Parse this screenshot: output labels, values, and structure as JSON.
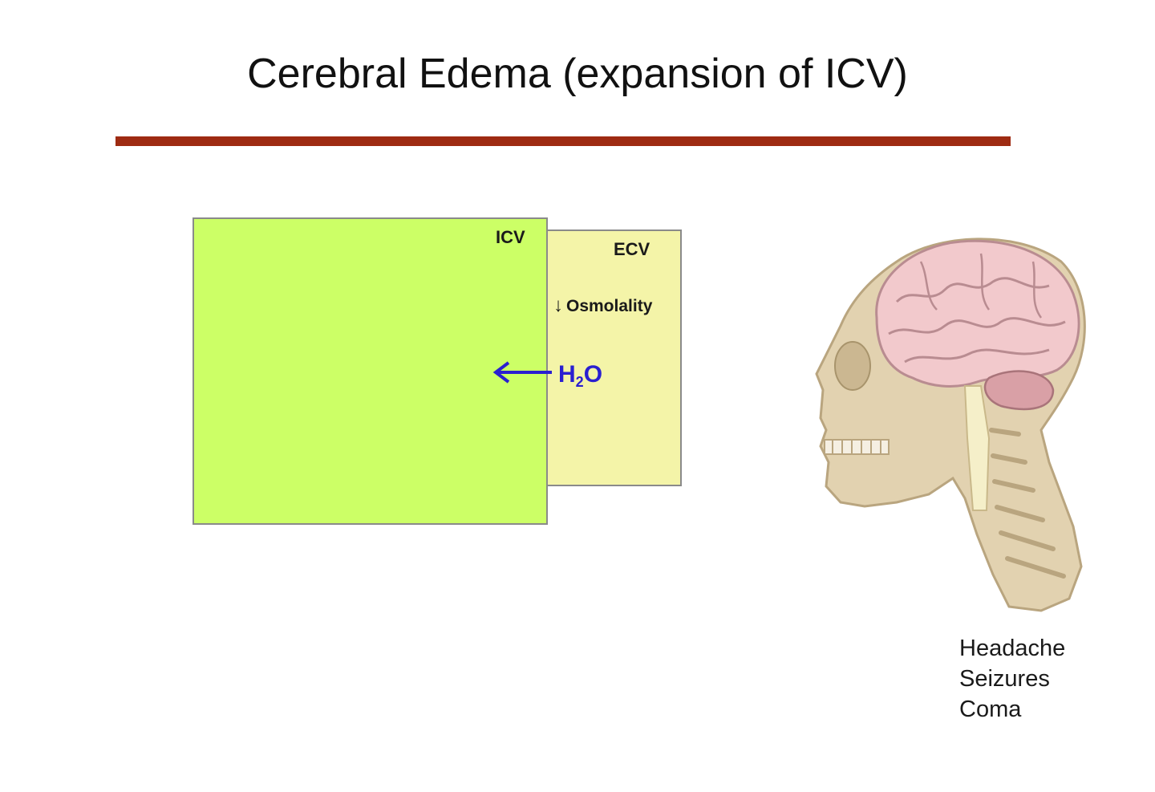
{
  "slide": {
    "title": "Cerebral Edema (expansion of ICV)",
    "accent_color": "#9e2b12"
  },
  "diagram": {
    "icv_label": "ICV",
    "ecv_label": "ECV",
    "osmolality_arrow": "↓",
    "osmolality_label": "Osmolality",
    "water_label_main": "H",
    "water_label_sub": "2",
    "water_label_tail": "O",
    "flow_direction": "ECV to ICV",
    "icv_color": "#ccff66",
    "ecv_color": "#f4f4a8",
    "arrow_color": "#2a1fd0"
  },
  "illustration": {
    "icon": "skull-brain-icon"
  },
  "symptoms": [
    "Headache",
    "Seizures",
    "Coma"
  ]
}
